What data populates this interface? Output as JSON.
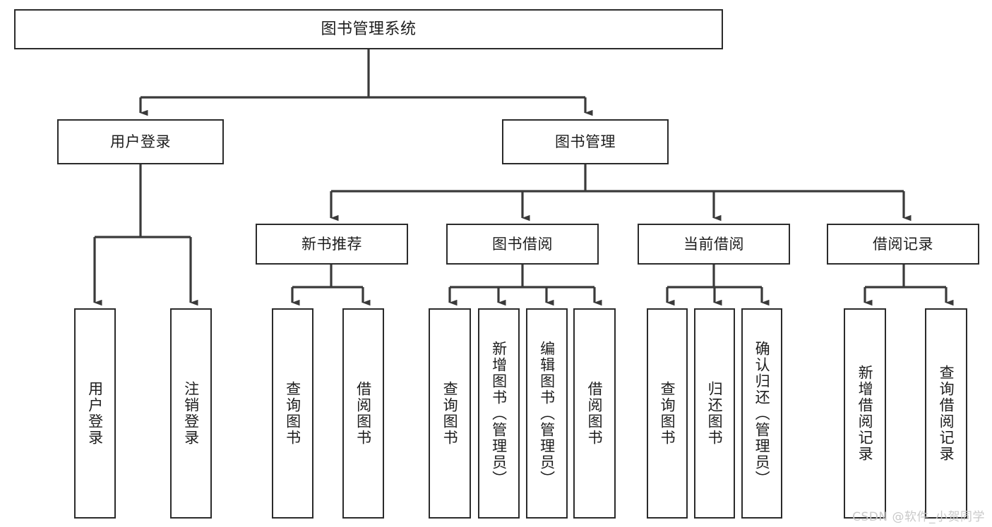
{
  "diagram": {
    "title": "图书管理系统",
    "type": "hierarchy-tree",
    "watermark": "CSDN @软件_小贺同学",
    "colors": {
      "box_border": "#2b2b2b",
      "box_fill": "#ffffff",
      "edge": "#3a3a3a",
      "text": "#1d1d1d",
      "watermark": "#c9c9c9",
      "background": "#ffffff"
    },
    "nodes": {
      "root": {
        "label": "图书管理系统",
        "level": 1,
        "orientation": "horizontal"
      },
      "user_login": {
        "label": "用户登录",
        "level": 2,
        "orientation": "horizontal"
      },
      "book_manage": {
        "label": "图书管理",
        "level": 2,
        "orientation": "horizontal"
      },
      "new_book_rec": {
        "label": "新书推荐",
        "level": 3,
        "orientation": "horizontal"
      },
      "book_borrow": {
        "label": "图书借阅",
        "level": 3,
        "orientation": "horizontal"
      },
      "current_borrow": {
        "label": "当前借阅",
        "level": 3,
        "orientation": "horizontal"
      },
      "borrow_record": {
        "label": "借阅记录",
        "level": 3,
        "orientation": "horizontal"
      },
      "leaf_user_login": {
        "label": "用户登录",
        "level": 4,
        "orientation": "vertical"
      },
      "leaf_logout": {
        "label": "注销登录",
        "level": 4,
        "orientation": "vertical"
      },
      "leaf_query_book_1": {
        "label": "查询图书",
        "level": 4,
        "orientation": "vertical"
      },
      "leaf_borrow_book_1": {
        "label": "借阅图书",
        "level": 4,
        "orientation": "vertical"
      },
      "leaf_query_book_2": {
        "label": "查询图书",
        "level": 4,
        "orientation": "vertical"
      },
      "leaf_add_book": {
        "label": "新增图书（管理员）",
        "level": 4,
        "orientation": "vertical"
      },
      "leaf_edit_book": {
        "label": "编辑图书（管理员）",
        "level": 4,
        "orientation": "vertical"
      },
      "leaf_borrow_book_2": {
        "label": "借阅图书",
        "level": 4,
        "orientation": "vertical"
      },
      "leaf_query_book_3": {
        "label": "查询图书",
        "level": 4,
        "orientation": "vertical"
      },
      "leaf_return_book": {
        "label": "归还图书",
        "level": 4,
        "orientation": "vertical"
      },
      "leaf_confirm_return": {
        "label": "确认归还（管理员）",
        "level": 4,
        "orientation": "vertical"
      },
      "leaf_add_record": {
        "label": "新增借阅记录",
        "level": 4,
        "orientation": "vertical"
      },
      "leaf_query_record": {
        "label": "查询借阅记录",
        "level": 4,
        "orientation": "vertical"
      }
    },
    "edges": [
      {
        "from": "root",
        "to": "user_login"
      },
      {
        "from": "root",
        "to": "book_manage"
      },
      {
        "from": "user_login",
        "to": "leaf_user_login"
      },
      {
        "from": "user_login",
        "to": "leaf_logout"
      },
      {
        "from": "book_manage",
        "to": "new_book_rec"
      },
      {
        "from": "book_manage",
        "to": "book_borrow"
      },
      {
        "from": "book_manage",
        "to": "current_borrow"
      },
      {
        "from": "book_manage",
        "to": "borrow_record"
      },
      {
        "from": "new_book_rec",
        "to": "leaf_query_book_1"
      },
      {
        "from": "new_book_rec",
        "to": "leaf_borrow_book_1"
      },
      {
        "from": "book_borrow",
        "to": "leaf_query_book_2"
      },
      {
        "from": "book_borrow",
        "to": "leaf_add_book"
      },
      {
        "from": "book_borrow",
        "to": "leaf_edit_book"
      },
      {
        "from": "book_borrow",
        "to": "leaf_borrow_book_2"
      },
      {
        "from": "current_borrow",
        "to": "leaf_query_book_3"
      },
      {
        "from": "current_borrow",
        "to": "leaf_return_book"
      },
      {
        "from": "current_borrow",
        "to": "leaf_confirm_return"
      },
      {
        "from": "borrow_record",
        "to": "leaf_add_record"
      },
      {
        "from": "borrow_record",
        "to": "leaf_query_record"
      }
    ]
  }
}
